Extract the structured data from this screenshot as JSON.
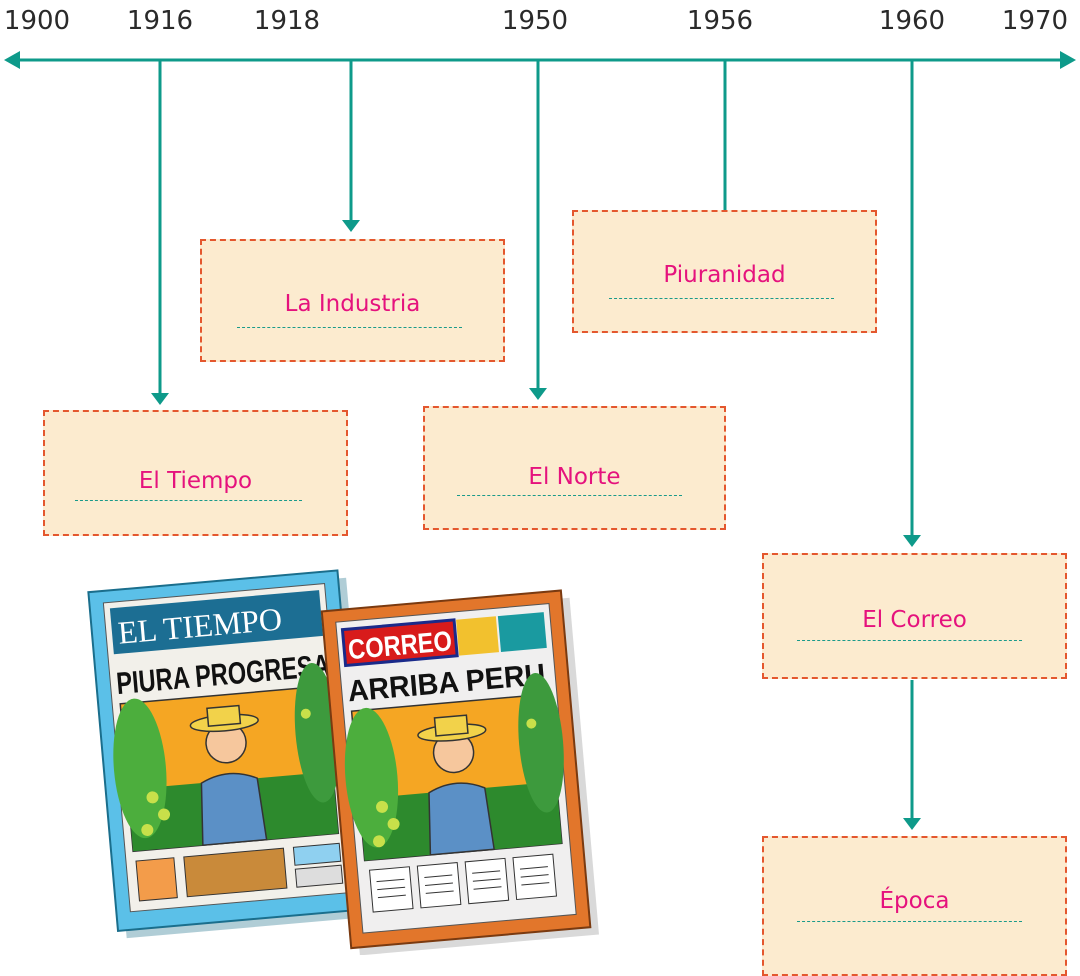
{
  "timeline": {
    "years": [
      "1900",
      "1916",
      "1918",
      "1950",
      "1956",
      "1960",
      "1970"
    ],
    "line_color": "#0e9a8a",
    "box_fill": "#fcebcf",
    "box_border": "#e4572e",
    "label_color": "#e5127d"
  },
  "events": [
    {
      "year": "1916",
      "label": "El Tiempo"
    },
    {
      "year": "1918",
      "label": "La Industria"
    },
    {
      "year": "1950",
      "label": "El Norte"
    },
    {
      "year": "1956",
      "label": "Piuranidad"
    },
    {
      "year": "1960",
      "label": "El Correo"
    },
    {
      "year": "1960",
      "label": "Época"
    }
  ],
  "illustration": {
    "left_paper": {
      "masthead": "EL TIEMPO",
      "headline": "PIURA PROGRESA"
    },
    "right_paper": {
      "masthead": "CORREO",
      "headline": "ARRIBA PERU"
    }
  }
}
